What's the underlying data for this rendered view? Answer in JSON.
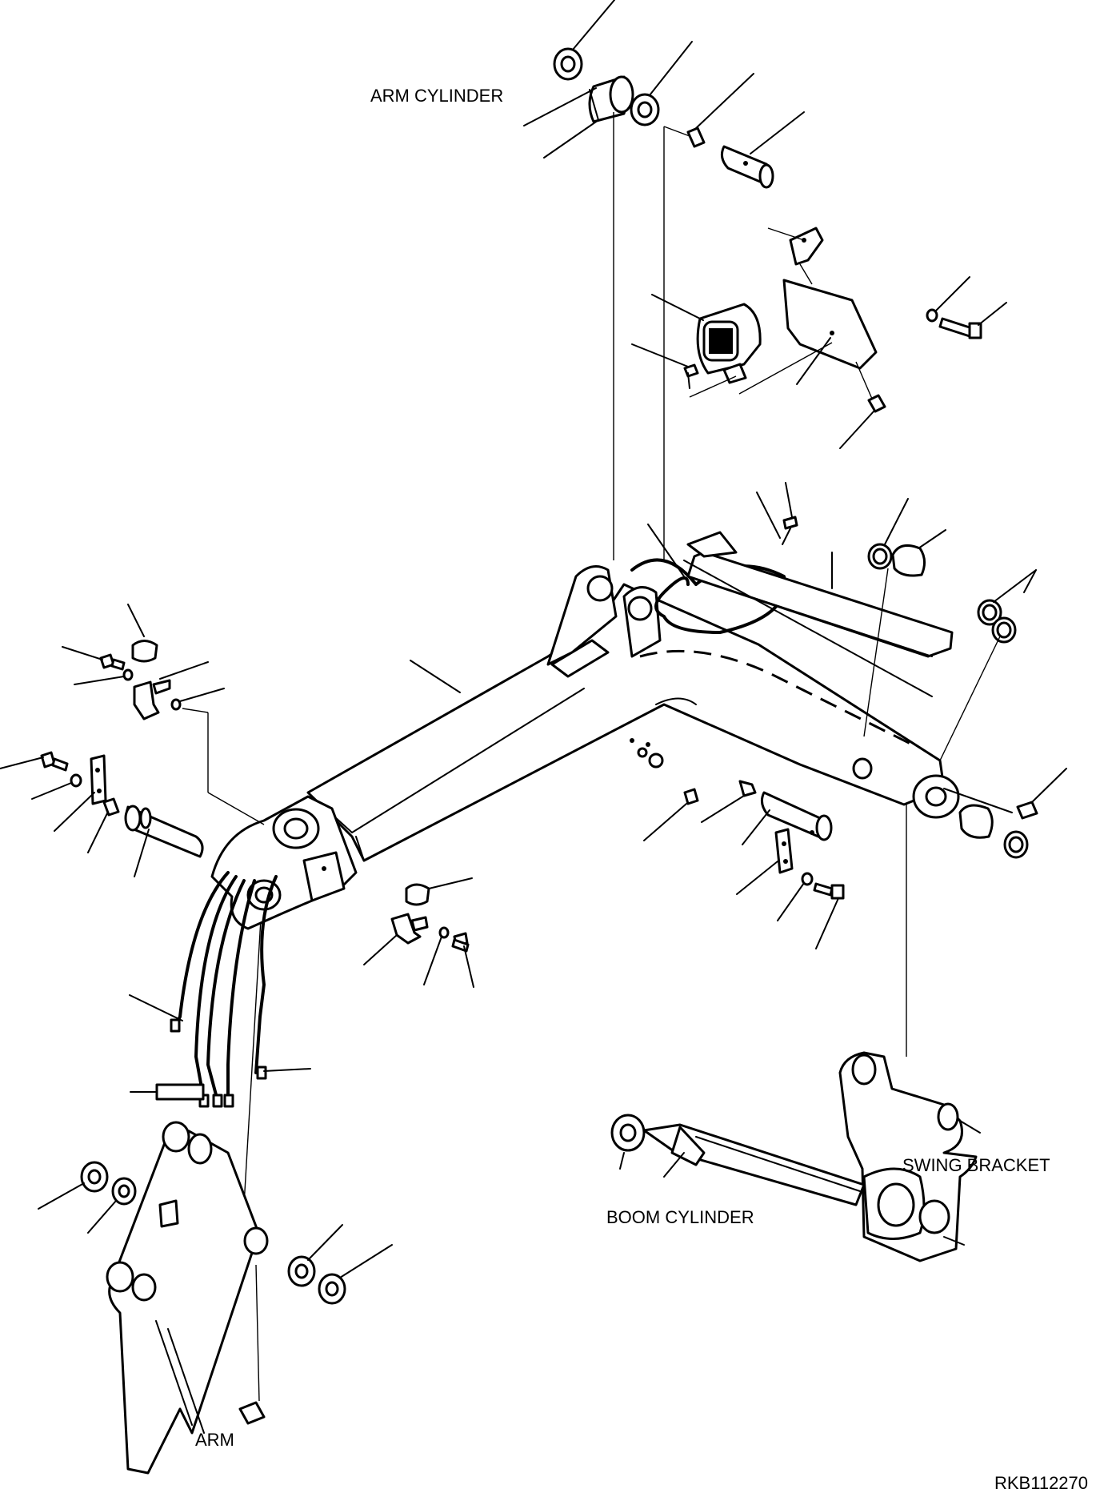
{
  "labels": {
    "arm_cylinder": "ARM CYLINDER",
    "swing_bracket": "SWING BRACKET",
    "boom_cylinder": "BOOM CYLINDER",
    "arm": "ARM",
    "drawing_number": "RKB112270"
  }
}
